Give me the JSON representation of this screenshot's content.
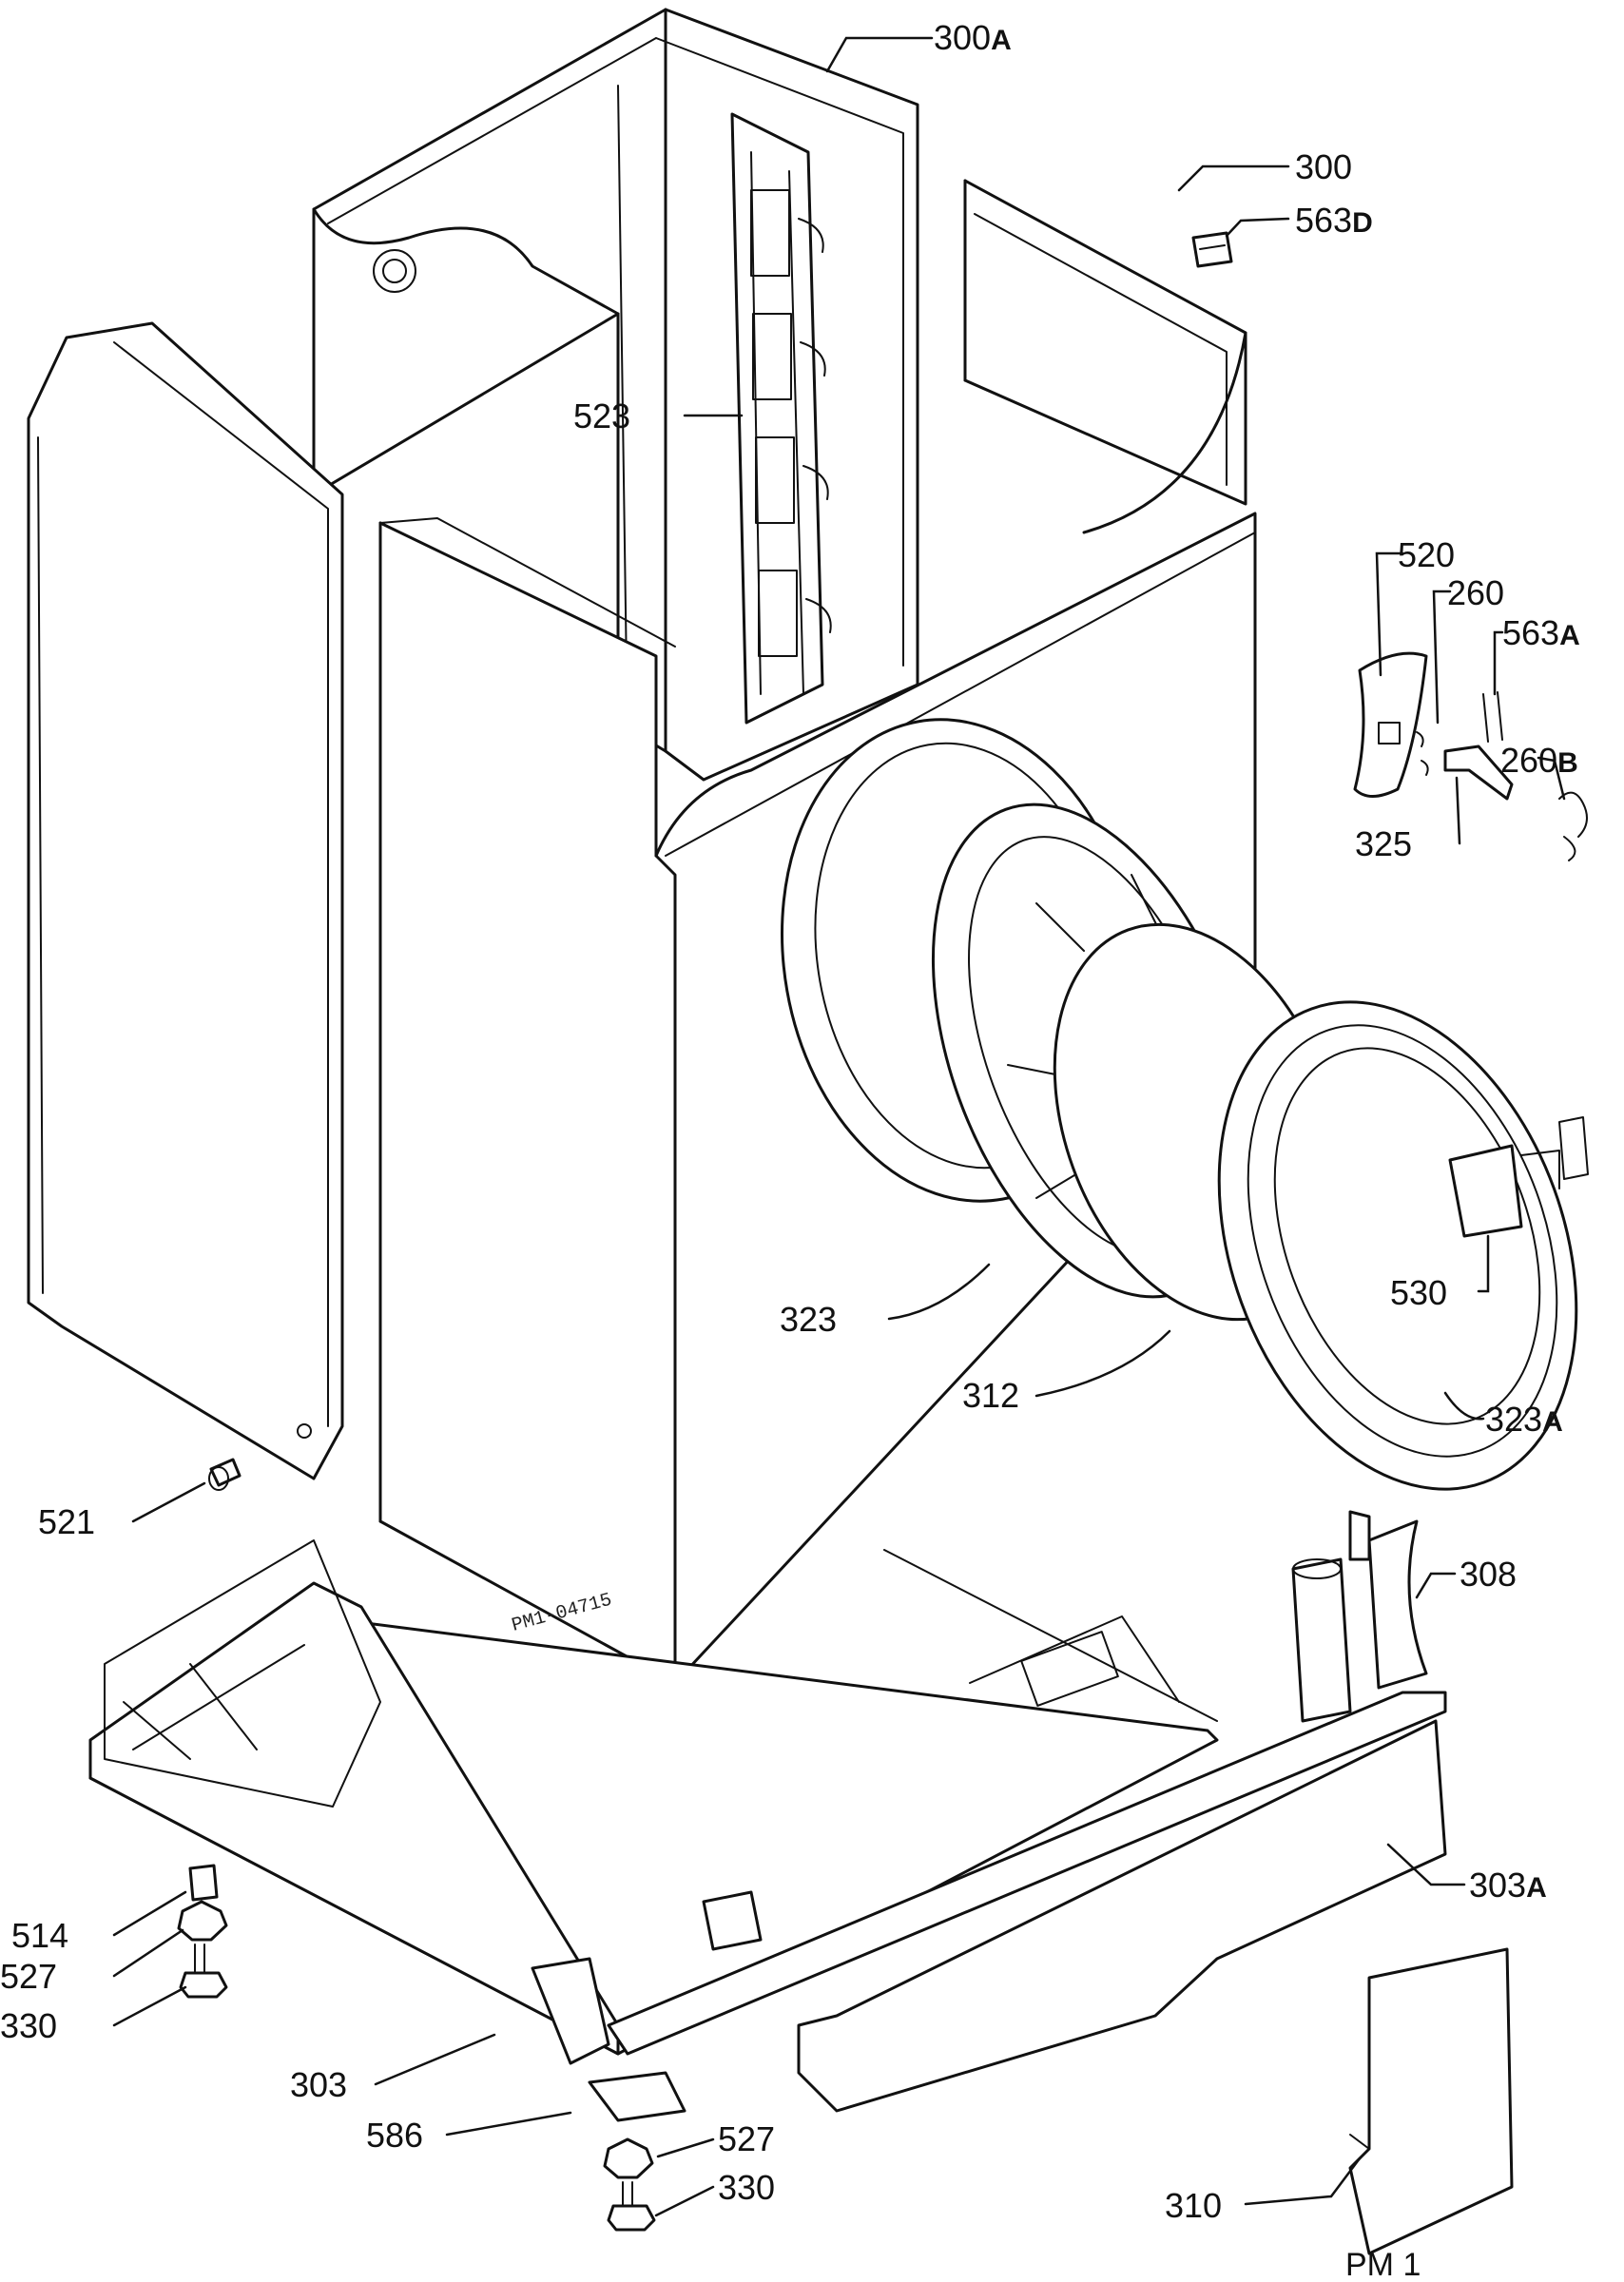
{
  "drawing_code": "PM 1",
  "stamp_text": "PM1-04715",
  "labels": [
    {
      "id": "l300A",
      "num": "300",
      "suffix": "A"
    },
    {
      "id": "l300",
      "num": "300",
      "suffix": ""
    },
    {
      "id": "l563D",
      "num": "563",
      "suffix": "D"
    },
    {
      "id": "l523",
      "num": "523",
      "suffix": ""
    },
    {
      "id": "l520",
      "num": "520",
      "suffix": ""
    },
    {
      "id": "l260",
      "num": "260",
      "suffix": ""
    },
    {
      "id": "l563A",
      "num": "563",
      "suffix": "A"
    },
    {
      "id": "l260B",
      "num": "260",
      "suffix": "B"
    },
    {
      "id": "l325",
      "num": "325",
      "suffix": ""
    },
    {
      "id": "l530",
      "num": "530",
      "suffix": ""
    },
    {
      "id": "l323",
      "num": "323",
      "suffix": ""
    },
    {
      "id": "l312",
      "num": "312",
      "suffix": ""
    },
    {
      "id": "l323A",
      "num": "323",
      "suffix": "A"
    },
    {
      "id": "l521",
      "num": "521",
      "suffix": ""
    },
    {
      "id": "l308",
      "num": "308",
      "suffix": ""
    },
    {
      "id": "l303A",
      "num": "303",
      "suffix": "A"
    },
    {
      "id": "l514",
      "num": "514",
      "suffix": ""
    },
    {
      "id": "l527a",
      "num": "527",
      "suffix": ""
    },
    {
      "id": "l330a",
      "num": "330",
      "suffix": ""
    },
    {
      "id": "l303",
      "num": "303",
      "suffix": ""
    },
    {
      "id": "l586",
      "num": "586",
      "suffix": ""
    },
    {
      "id": "l527b",
      "num": "527",
      "suffix": ""
    },
    {
      "id": "l330b",
      "num": "330",
      "suffix": ""
    },
    {
      "id": "l310",
      "num": "310",
      "suffix": ""
    }
  ]
}
